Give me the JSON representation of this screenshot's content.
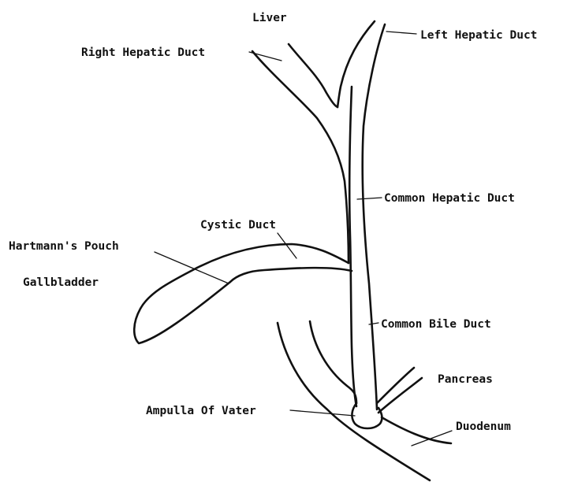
{
  "diagram": {
    "labels": {
      "liver": "Liver",
      "left_hepatic_duct": "Left Hepatic Duct",
      "right_hepatic_duct": "Right Hepatic Duct",
      "common_hepatic_duct": "Common Hepatic Duct",
      "cystic_duct": "Cystic Duct",
      "hartmanns_pouch": "Hartmann's Pouch",
      "gallbladder": "Gallbladder",
      "common_bile_duct": "Common Bile Duct",
      "pancreas": "Pancreas",
      "ampulla_of_vater": "Ampulla Of Vater",
      "duodenum": "Duodenum"
    }
  }
}
